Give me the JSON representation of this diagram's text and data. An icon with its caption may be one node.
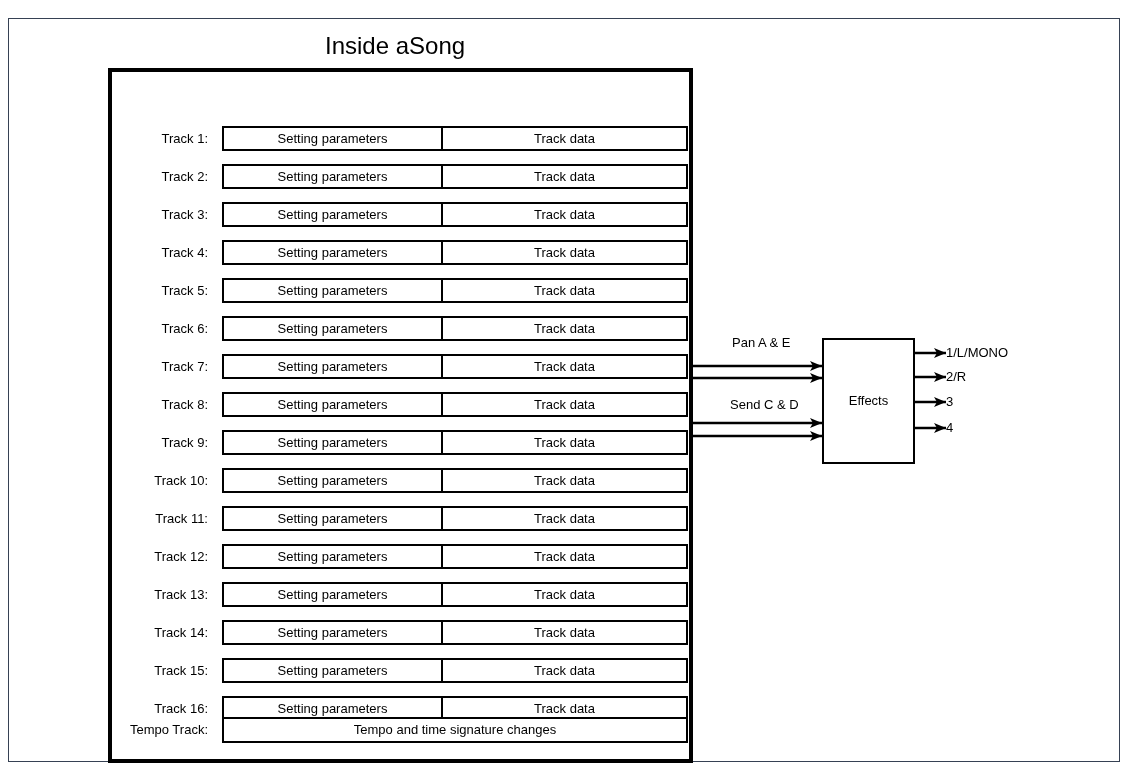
{
  "diagram": {
    "nodes": [
      {
        "text": [
          "Inside aSong"
        ]
      },
      {
        "text": [
          "Setting parameters"
        ],
        "in": 0,
        "beside": [
          "Track 1:"
        ]
      },
      {
        "text": [
          "Track data"
        ],
        "in": 0
      },
      {
        "text": [
          "Setting parameters"
        ],
        "in": 0,
        "beside": [
          "Track 2:"
        ]
      },
      {
        "text": [
          "Track data"
        ],
        "in": 0
      },
      {
        "text": [
          "Setting parameters"
        ],
        "in": 0,
        "beside": [
          "Track 3:"
        ]
      },
      {
        "text": [
          "Track data"
        ],
        "in": 0
      },
      {
        "text": [
          "Setting parameters"
        ],
        "in": 0,
        "beside": [
          "Track 4:"
        ]
      },
      {
        "text": [
          "Track data"
        ],
        "in": 0
      },
      {
        "text": [
          "Setting parameters"
        ],
        "in": 0,
        "beside": [
          "Track 5:"
        ]
      },
      {
        "text": [
          "Track data"
        ],
        "in": 0
      },
      {
        "text": [
          "Setting parameters"
        ],
        "in": 0,
        "beside": [
          "Track 6:"
        ]
      },
      {
        "text": [
          "Track data"
        ],
        "in": 0
      },
      {
        "text": [
          "Setting parameters"
        ],
        "in": 0,
        "beside": [
          "Track 7:"
        ]
      },
      {
        "text": [
          "Track data"
        ],
        "in": 0
      },
      {
        "text": [
          "Setting parameters"
        ],
        "in": 0,
        "beside": [
          "Track 8:"
        ]
      },
      {
        "text": [
          "Track data"
        ],
        "in": 0
      },
      {
        "text": [
          "Setting parameters"
        ],
        "in": 0,
        "beside": [
          "Track 9:"
        ]
      },
      {
        "text": [
          "Track data"
        ],
        "in": 0
      },
      {
        "text": [
          "Setting parameters"
        ],
        "in": 0,
        "beside": [
          "Track 10:"
        ]
      },
      {
        "text": [
          "Track data"
        ],
        "in": 0
      },
      {
        "text": [
          "Setting parameters"
        ],
        "in": 0,
        "beside": [
          "Track 11:"
        ]
      },
      {
        "text": [
          "Track data"
        ],
        "in": 0
      },
      {
        "text": [
          "Setting parameters"
        ],
        "in": 0,
        "beside": [
          "Track 12:"
        ]
      },
      {
        "text": [
          "Track data"
        ],
        "in": 0
      },
      {
        "text": [
          "Setting parameters"
        ],
        "in": 0,
        "beside": [
          "Track 13:"
        ]
      },
      {
        "text": [
          "Track data"
        ],
        "in": 0
      },
      {
        "text": [
          "Setting parameters"
        ],
        "in": 0,
        "beside": [
          "Track 14:"
        ]
      },
      {
        "text": [
          "Track data"
        ],
        "in": 0
      },
      {
        "text": [
          "Setting parameters"
        ],
        "in": 0,
        "beside": [
          "Track 15:"
        ]
      },
      {
        "text": [
          "Track data"
        ],
        "in": 0
      },
      {
        "text": [
          "Setting parameters"
        ],
        "in": 0,
        "beside": [
          "Track 16:"
        ]
      },
      {
        "text": [
          "Track data"
        ],
        "in": 0
      },
      {
        "text": [
          "Tempo and time signature changes"
        ],
        "in": 0,
        "beside": [
          "Tempo Track:"
        ]
      },
      {
        "text": [
          "Effects"
        ]
      },
      {
        "text": [
          "1/L/MONO"
        ]
      },
      {
        "text": [
          "2/R"
        ]
      },
      {
        "text": [
          "3"
        ]
      },
      {
        "text": [
          "4"
        ]
      }
    ],
    "edges": [
      {
        "from": 0,
        "to": 34,
        "arrow": "to",
        "label": "Pan A & E"
      },
      {
        "from": 0,
        "to": 34,
        "arrow": "to"
      },
      {
        "from": 0,
        "to": 34,
        "arrow": "to",
        "label": "Send C & D"
      },
      {
        "from": 0,
        "to": 34,
        "arrow": "to"
      },
      {
        "from": 34,
        "to": 35,
        "arrow": "to"
      },
      {
        "from": 34,
        "to": 36,
        "arrow": "to"
      },
      {
        "from": 34,
        "to": 37,
        "arrow": "to"
      },
      {
        "from": 34,
        "to": 38,
        "arrow": "to"
      }
    ]
  }
}
